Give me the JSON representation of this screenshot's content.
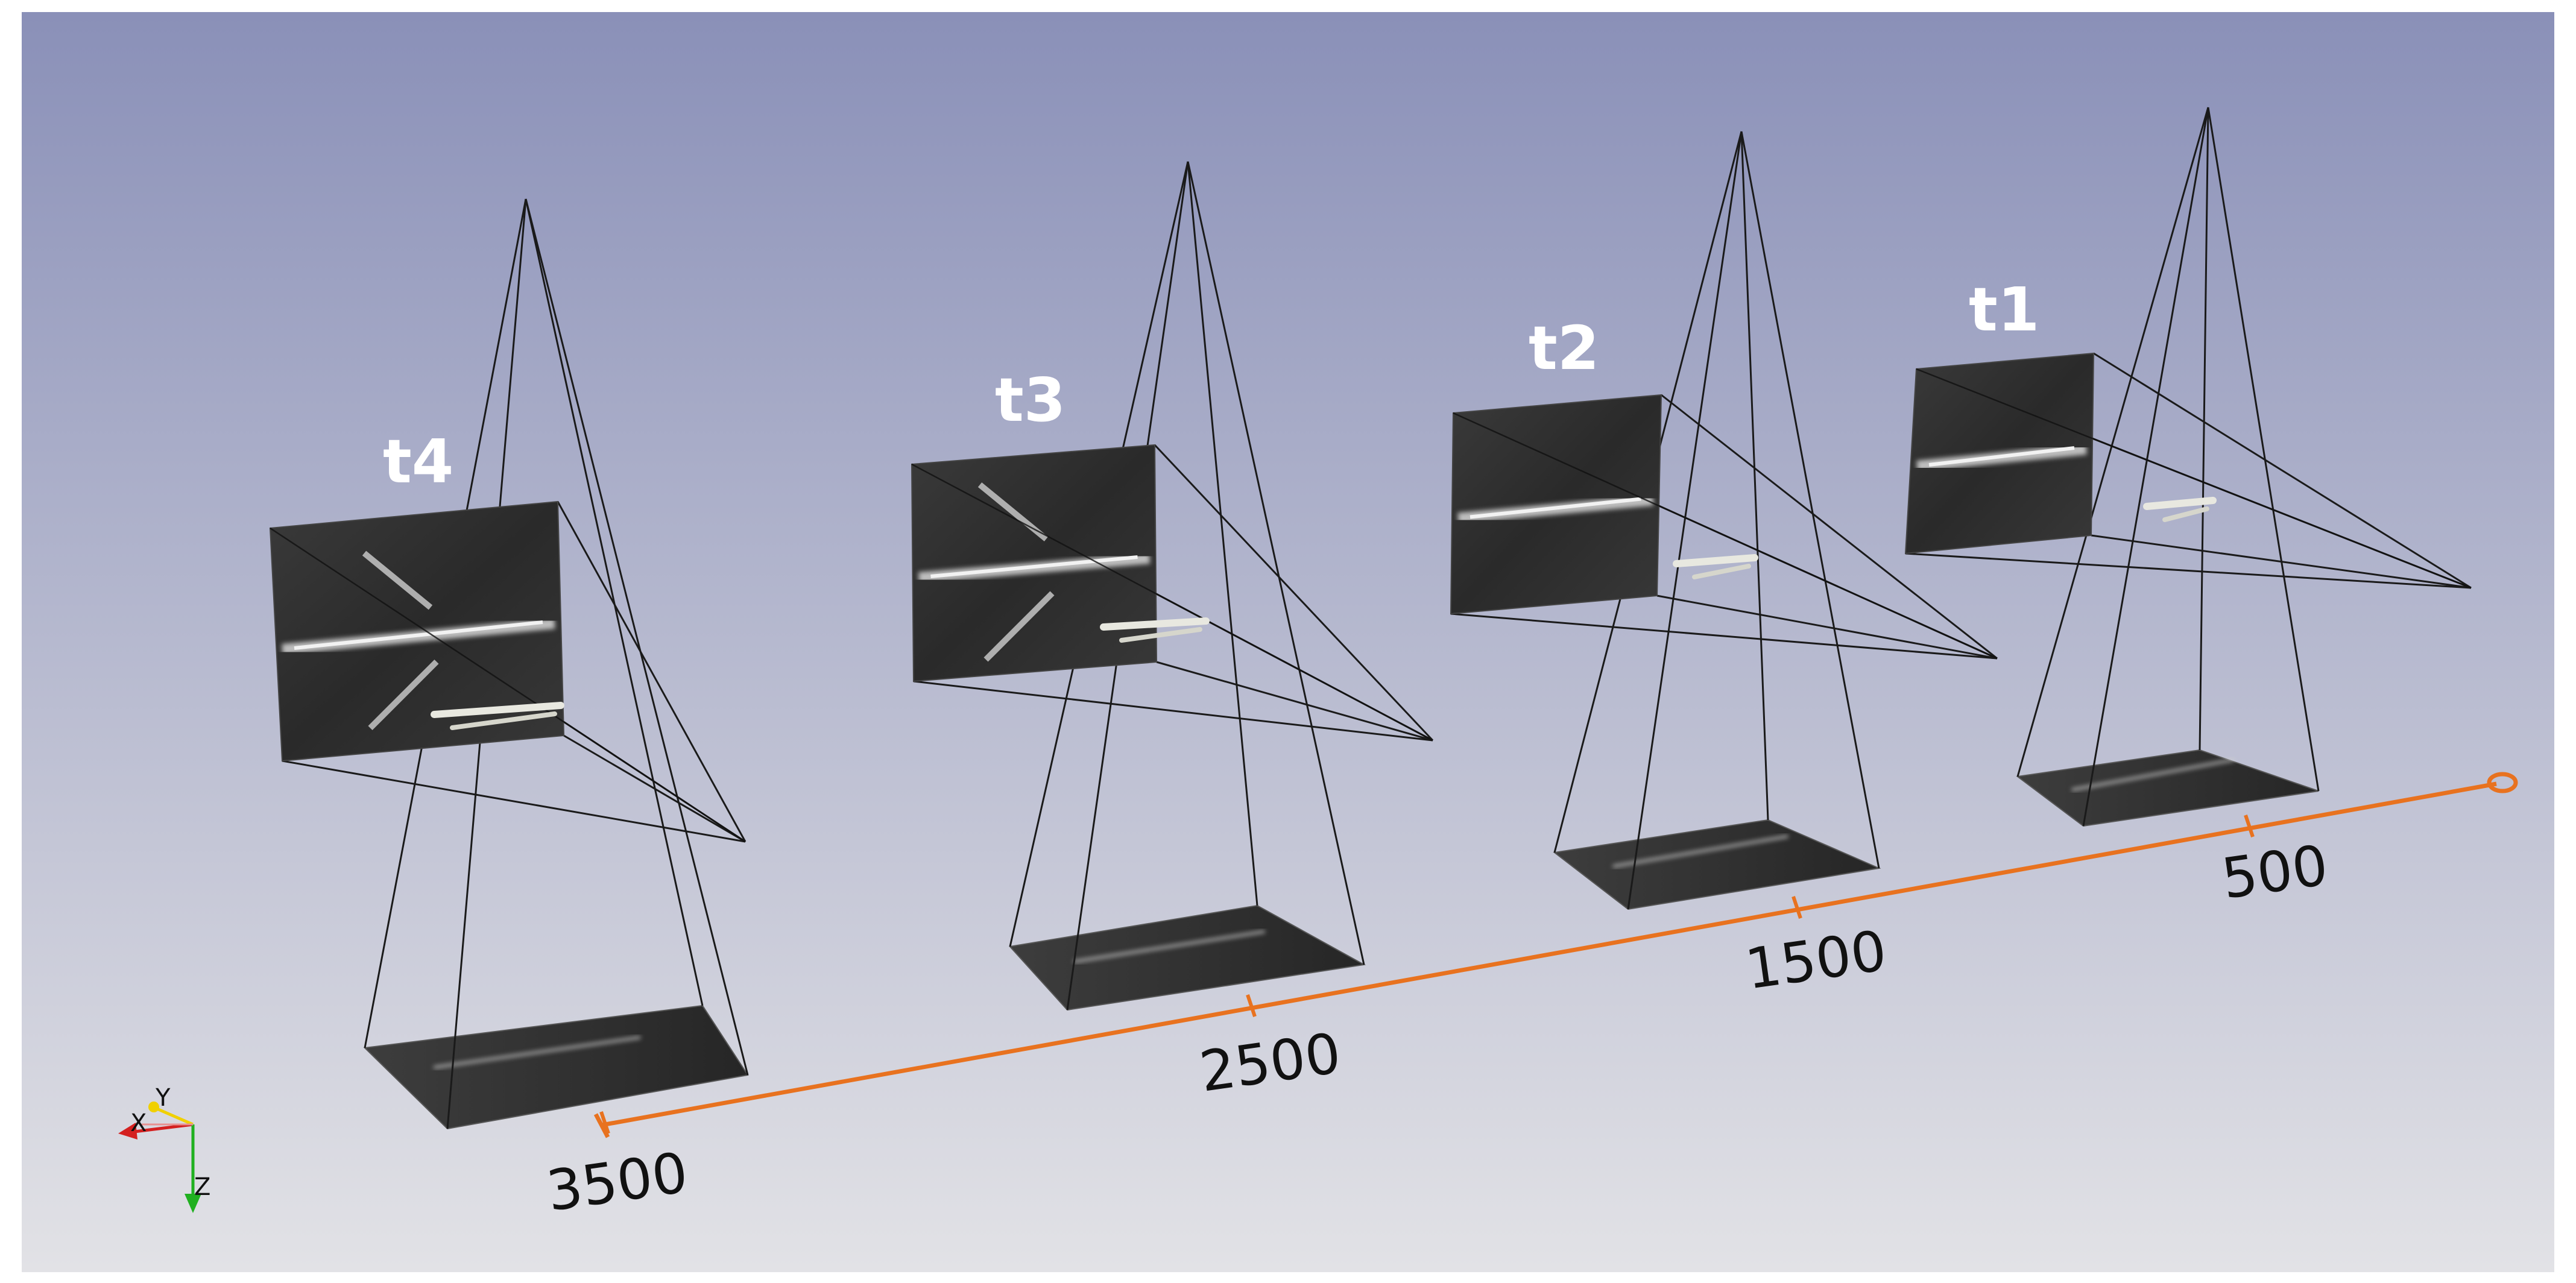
{
  "colors": {
    "background_top": "#8a90b8",
    "background_bottom": "#e2e2e6",
    "axis": "#e8721f",
    "wire": "#1a1a1a",
    "panel": "#2c2c2c",
    "triad_x": "#d42020",
    "triad_y": "#f0d000",
    "triad_z": "#20b020"
  },
  "cameras": [
    {
      "label": "t4"
    },
    {
      "label": "t3"
    },
    {
      "label": "t2"
    },
    {
      "label": "t1"
    }
  ],
  "axis": {
    "ticks": [
      "3500",
      "2500",
      "1500",
      "500"
    ]
  },
  "triad": {
    "x_label": "X",
    "y_label": "Y",
    "z_label": "Z"
  }
}
